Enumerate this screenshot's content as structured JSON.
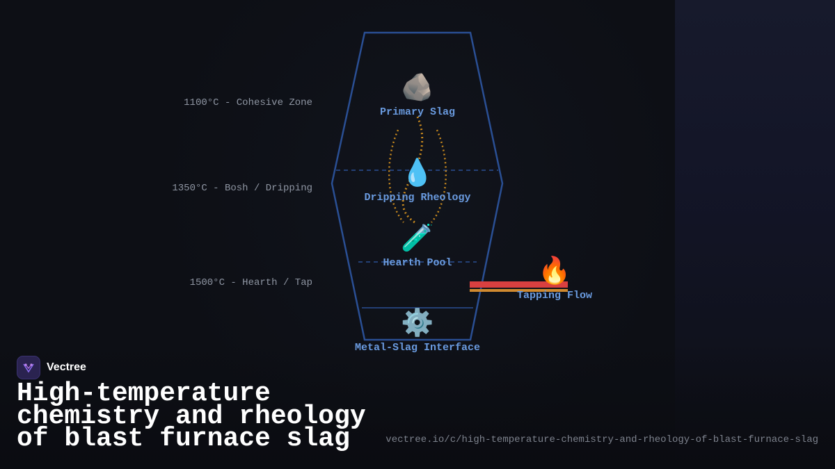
{
  "diagram": {
    "zones": [
      {
        "label": "1100°C - Cohesive Zone"
      },
      {
        "label": "1350°C - Bosh / Dripping"
      },
      {
        "label": "1500°C - Hearth / Tap"
      }
    ],
    "nodes": [
      {
        "icon": "rock-icon",
        "glyph": "🪨",
        "label": "Primary Slag"
      },
      {
        "icon": "droplet-icon",
        "glyph": "💧",
        "label": "Dripping Rheology"
      },
      {
        "icon": "test-tube-icon",
        "glyph": "🧪",
        "label": "Hearth Pool"
      },
      {
        "icon": "fire-icon",
        "glyph": "🔥",
        "label": "Tapping Flow"
      },
      {
        "icon": "gear-icon",
        "glyph": "⚙️",
        "label": "Metal-Slag Interface"
      }
    ],
    "colors": {
      "furnace_outline": "#2a4f94",
      "flow_path": "#c98a1e",
      "tap_stream": "#d94040",
      "tap_stream_under": "#d08a30",
      "label": "#6a9be0"
    }
  },
  "brand": {
    "name": "Vectree"
  },
  "title": "High-temperature chemistry and rheology of blast furnace slag",
  "url": "vectree.io/c/high-temperature-chemistry-and-rheology-of-blast-furnace-slag"
}
